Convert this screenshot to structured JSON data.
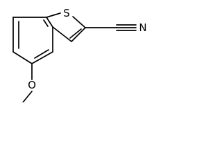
{
  "molecule": {
    "atoms": {
      "sulfur": "S",
      "nitrogen": "N",
      "oxygen": "O"
    },
    "colors": {
      "bond": "#000000",
      "label": "#000000",
      "background": "#ffffff"
    }
  }
}
